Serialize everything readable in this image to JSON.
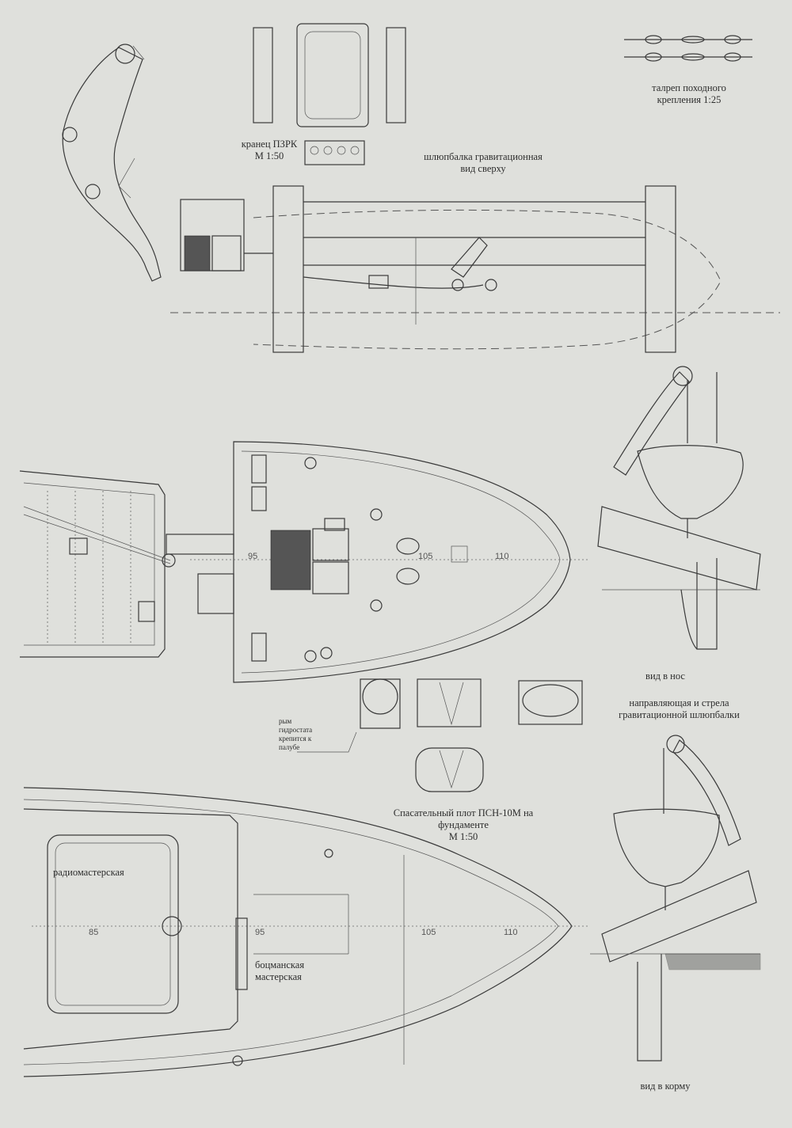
{
  "labels": {
    "fender_title": "кранец ПЗРК",
    "fender_scale": "М 1:50",
    "davit_top_title": "шлюпбалка гравитационная",
    "davit_top_sub": "вид сверху",
    "lashing_title": "талреп походного",
    "lashing_sub": "крепления 1:25",
    "view_bow": "вид в нос",
    "guide_title": "направляющая и стрела",
    "guide_sub": "гравитационной шлюпбалки",
    "raft_title": "Спасательный плот ПСН-10М на",
    "raft_sub": "фундаменте",
    "raft_scale": "М 1:50",
    "hydro_note_1": "рым",
    "hydro_note_2": "гидростата",
    "hydro_note_3": "крепится к",
    "hydro_note_4": "палубе",
    "radio_room": "радиомастерская",
    "bosun_1": "боцманская",
    "bosun_2": "мастерская",
    "view_stern": "вид в корму"
  },
  "frames_upper": [
    "95",
    "105",
    "110"
  ],
  "frames_lower": [
    "85",
    "95",
    "105",
    "110"
  ]
}
